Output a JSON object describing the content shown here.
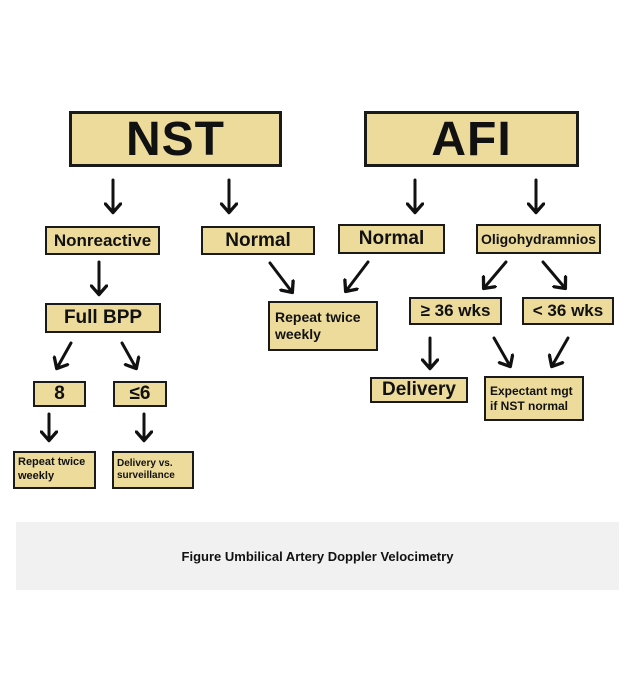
{
  "colors": {
    "box_fill": "#ecdb9b",
    "border": "#1a1a1a",
    "caption_bg": "#f1f1f1"
  },
  "nodes": {
    "nst": "NST",
    "afi": "AFI",
    "nonreactive": "Nonreactive",
    "normal_nst": "Normal",
    "normal_afi": "Normal",
    "oligohydramnios": "Oligohydramnios",
    "full_bpp": "Full BPP",
    "repeat_twice_weekly_center": "Repeat twice weekly",
    "ge_36_wks": "≥ 36 wks",
    "lt_36_wks": "< 36 wks",
    "score_8": "8",
    "score_le6": "≤6",
    "delivery": "Delivery",
    "expectant_mgt": "Expectant mgt if NST normal",
    "repeat_twice_weekly_left": "Repeat twice weekly",
    "delivery_vs_surveillance": "Delivery vs. surveillance"
  },
  "caption": "Figure  Umbilical Artery Doppler Velocimetry"
}
